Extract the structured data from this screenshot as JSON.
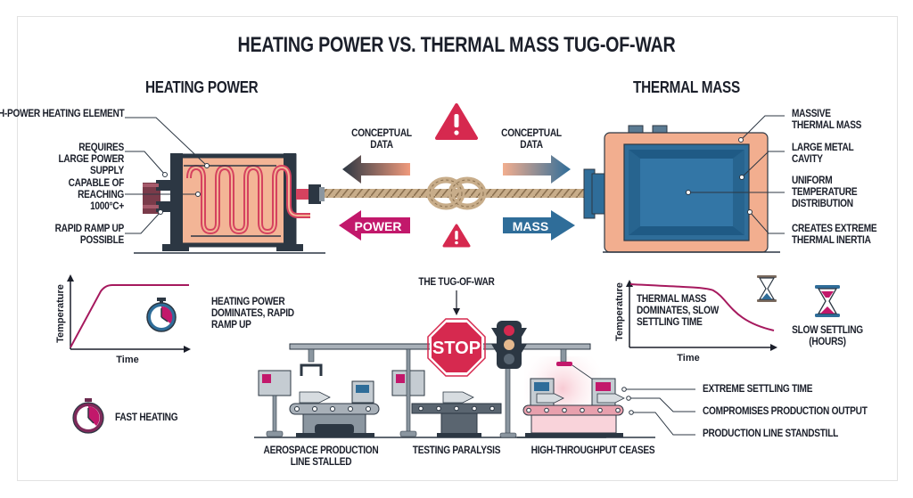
{
  "title": "Heating Power vs. Thermal Mass Tug-of-War",
  "colors": {
    "navy": "#2c3743",
    "copper": "#f2ae8f",
    "coil": "#d5425f",
    "blue": "#2f6d99",
    "magenta": "#c2186b",
    "warning_red": "#d6294f",
    "rope": "#c8ad8a",
    "steel": "#8b96a0",
    "pink_glow": "#f9d3da"
  },
  "left": {
    "heading": "Heating Power",
    "callouts": [
      "High-power heating element",
      "Requires large power supply",
      "Capable of reaching 1000°C+",
      "Rapid ramp up possible"
    ]
  },
  "right": {
    "heading": "Thermal Mass",
    "callouts": [
      "Massive thermal mass",
      "Large metal cavity",
      "Uniform temperature distribution",
      "Creates extreme thermal inertia"
    ]
  },
  "center": {
    "conceptual_left": "Conceptual data",
    "conceptual_right": "Conceptual data",
    "power_arrow": "POWER",
    "mass_arrow": "MASS",
    "warning_icons": [
      "warning-triangle-top",
      "warning-triangle-bottom"
    ]
  },
  "heating_chart": {
    "ylabel": "Temperature",
    "xlabel": "Time",
    "caption": "Heating power dominates, rapid ramp up",
    "icon": "stopwatch-icon"
  },
  "mass_chart": {
    "ylabel": "Temperature",
    "xlabel": "Time",
    "caption": "Thermal mass dominates, slow settling time",
    "icon": "hourglass-icon",
    "side_label": "Slow settling (hours)"
  },
  "fast_heating": {
    "label": "Fast heating",
    "icon": "stopwatch-icon"
  },
  "production": {
    "header": "The Tug-of-War",
    "stop_sign": "STOP",
    "stations": [
      "Aerospace production line stalled",
      "Testing paralysis",
      "High-throughput ceases"
    ],
    "callouts": [
      "Extreme settling time",
      "Compromises production output",
      "Production line standstill"
    ]
  }
}
